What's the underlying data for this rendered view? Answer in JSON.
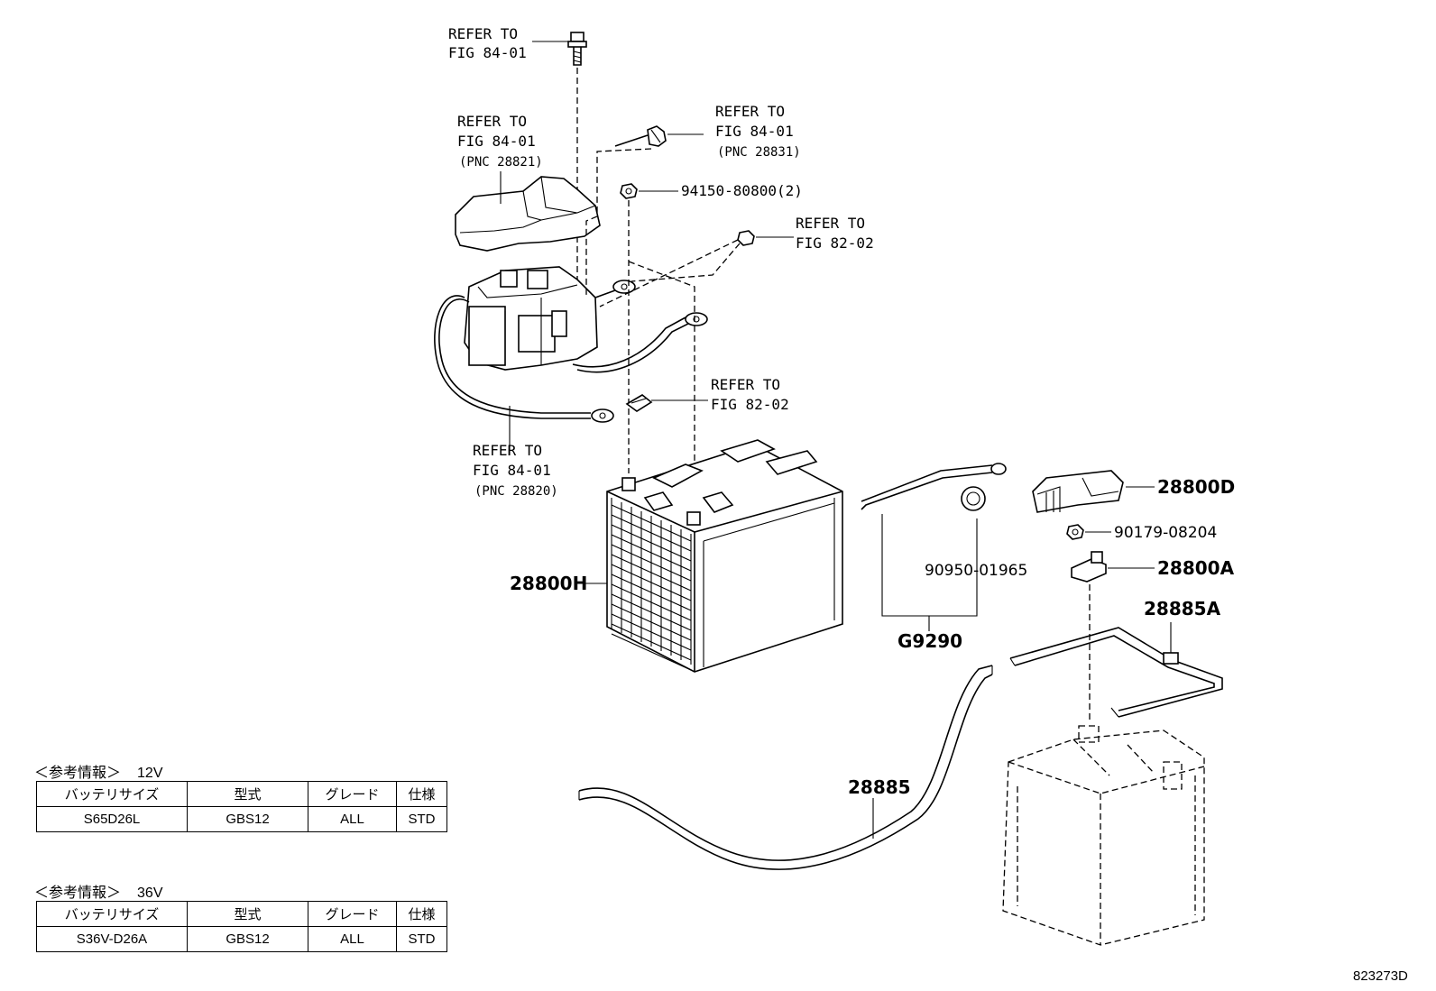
{
  "diagram": {
    "callouts": {
      "bolt_top": [
        "REFER TO",
        "FIG 84-01"
      ],
      "cover": [
        "REFER TO",
        "FIG 84-01",
        "(PNC 28821)"
      ],
      "sensor": [
        "REFER TO",
        "FIG 84-01",
        "(PNC 28831)"
      ],
      "nut_2": "94150-80800(2)",
      "nut_right": [
        "REFER TO",
        "FIG 82-02"
      ],
      "bolt_mid": [
        "REFER TO",
        "FIG 82-02"
      ],
      "cable_pos": [
        "REFER TO",
        "FIG 84-01",
        "(PNC 28820)"
      ],
      "battery": "28800H",
      "terminal_cover": "28800D",
      "nut_terminal": "90179-08204",
      "grommet": "90950-01965",
      "terminal": "28800A",
      "vent_tube_set": "G9290",
      "vent_hose": "28885A",
      "ground_cable": "28885"
    },
    "figure_code": "823273D"
  },
  "tables": [
    {
      "caption": "＜参考情報＞",
      "voltage": "12V",
      "headers": [
        "バッテリサイズ",
        "型式",
        "グレード",
        "仕様"
      ],
      "row": [
        "S65D26L",
        "GBS12",
        "ALL",
        "STD"
      ]
    },
    {
      "caption": "＜参考情報＞",
      "voltage": "36V",
      "headers": [
        "バッテリサイズ",
        "型式",
        "グレード",
        "仕様"
      ],
      "row": [
        "S36V-D26A",
        "GBS12",
        "ALL",
        "STD"
      ]
    }
  ]
}
